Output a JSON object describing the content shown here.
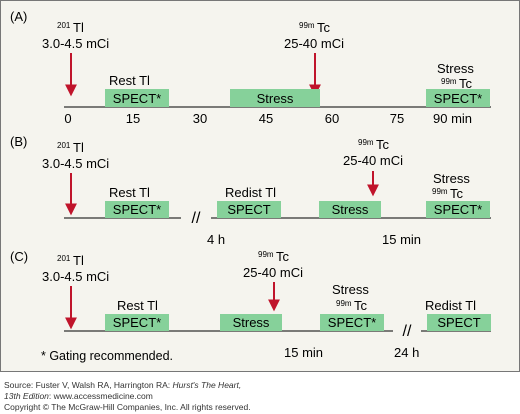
{
  "colors": {
    "panel_bg": "#f5f4ee",
    "box_fill": "#86d19a",
    "arrow": "#c0142b",
    "line": "#000000"
  },
  "panel_a": {
    "label": "(A)",
    "tl_dose": {
      "iso": "201",
      "el": "Tl",
      "dose": "3.0-4.5 mCi"
    },
    "tc_dose": {
      "iso": "99m",
      "el": "Tc",
      "dose": "25-40 mCi"
    },
    "rest_label": "Rest Tl",
    "rest_box": "SPECT*",
    "stress_box": "Stress",
    "stress_label": "Stress",
    "stress_iso": "99m",
    "stress_el": "Tc",
    "stress_spect_box": "SPECT*",
    "ticks": [
      "0",
      "15",
      "30",
      "45",
      "60",
      "75",
      "90 min"
    ]
  },
  "panel_b": {
    "label": "(B)",
    "tl_dose": {
      "iso": "201",
      "el": "Tl",
      "dose": "3.0-4.5 mCi"
    },
    "tc_dose": {
      "iso": "99m",
      "el": "Tc",
      "dose": "25-40 mCi"
    },
    "rest_label": "Rest Tl",
    "rest_box": "SPECT*",
    "break_symbol": "//",
    "break_time": "4 h",
    "redist_label": "Redist Tl",
    "redist_box": "SPECT",
    "stress_box": "Stress",
    "stress_label": "Stress",
    "stress_iso": "99m",
    "stress_el": "Tc",
    "stress_spect_box": "SPECT*",
    "time_label": "15 min"
  },
  "panel_c": {
    "label": "(C)",
    "tl_dose": {
      "iso": "201",
      "el": "Tl",
      "dose": "3.0-4.5 mCi"
    },
    "tc_dose": {
      "iso": "99m",
      "el": "Tc",
      "dose": "25-40 mCi"
    },
    "rest_label": "Rest Tl",
    "rest_box": "SPECT*",
    "stress_box": "Stress",
    "stress_label": "Stress",
    "stress_iso": "99m",
    "stress_el": "Tc",
    "stress_spect_box": "SPECT*",
    "time_label": "15 min",
    "break_symbol": "//",
    "break_time": "24 h",
    "redist_label": "Redist Tl",
    "redist_box": "SPECT"
  },
  "footnote": "* Gating recommended.",
  "source": {
    "prefix": "Source: Fuster V, Walsh RA, Harrington RA: ",
    "book": "Hurst's The Heart,",
    "edition": "13th Edition",
    "site": ": www.accessmedicine.com",
    "copyright": "Copyright © The McGraw-Hill Companies, Inc. All rights reserved."
  }
}
